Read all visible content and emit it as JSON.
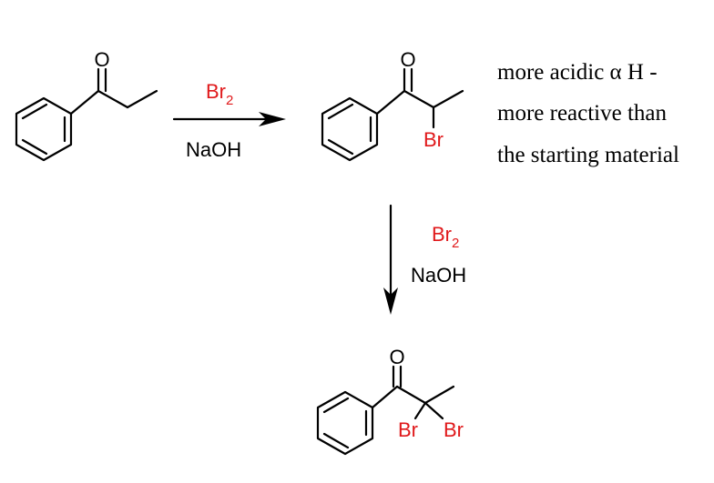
{
  "colors": {
    "reagent": "#e0191b",
    "text": "#000000",
    "bromine": "#e0191b"
  },
  "step1": {
    "reagent_main": "Br",
    "reagent_sub": "2",
    "base": "NaOH"
  },
  "step2": {
    "reagent_main": "Br",
    "reagent_sub": "2",
    "base": "NaOH"
  },
  "atoms": {
    "oxygen": "O",
    "bromine": "Br"
  },
  "note": {
    "line1": "more acidic α H -",
    "line2": "more reactive than",
    "line3": "the starting material"
  }
}
